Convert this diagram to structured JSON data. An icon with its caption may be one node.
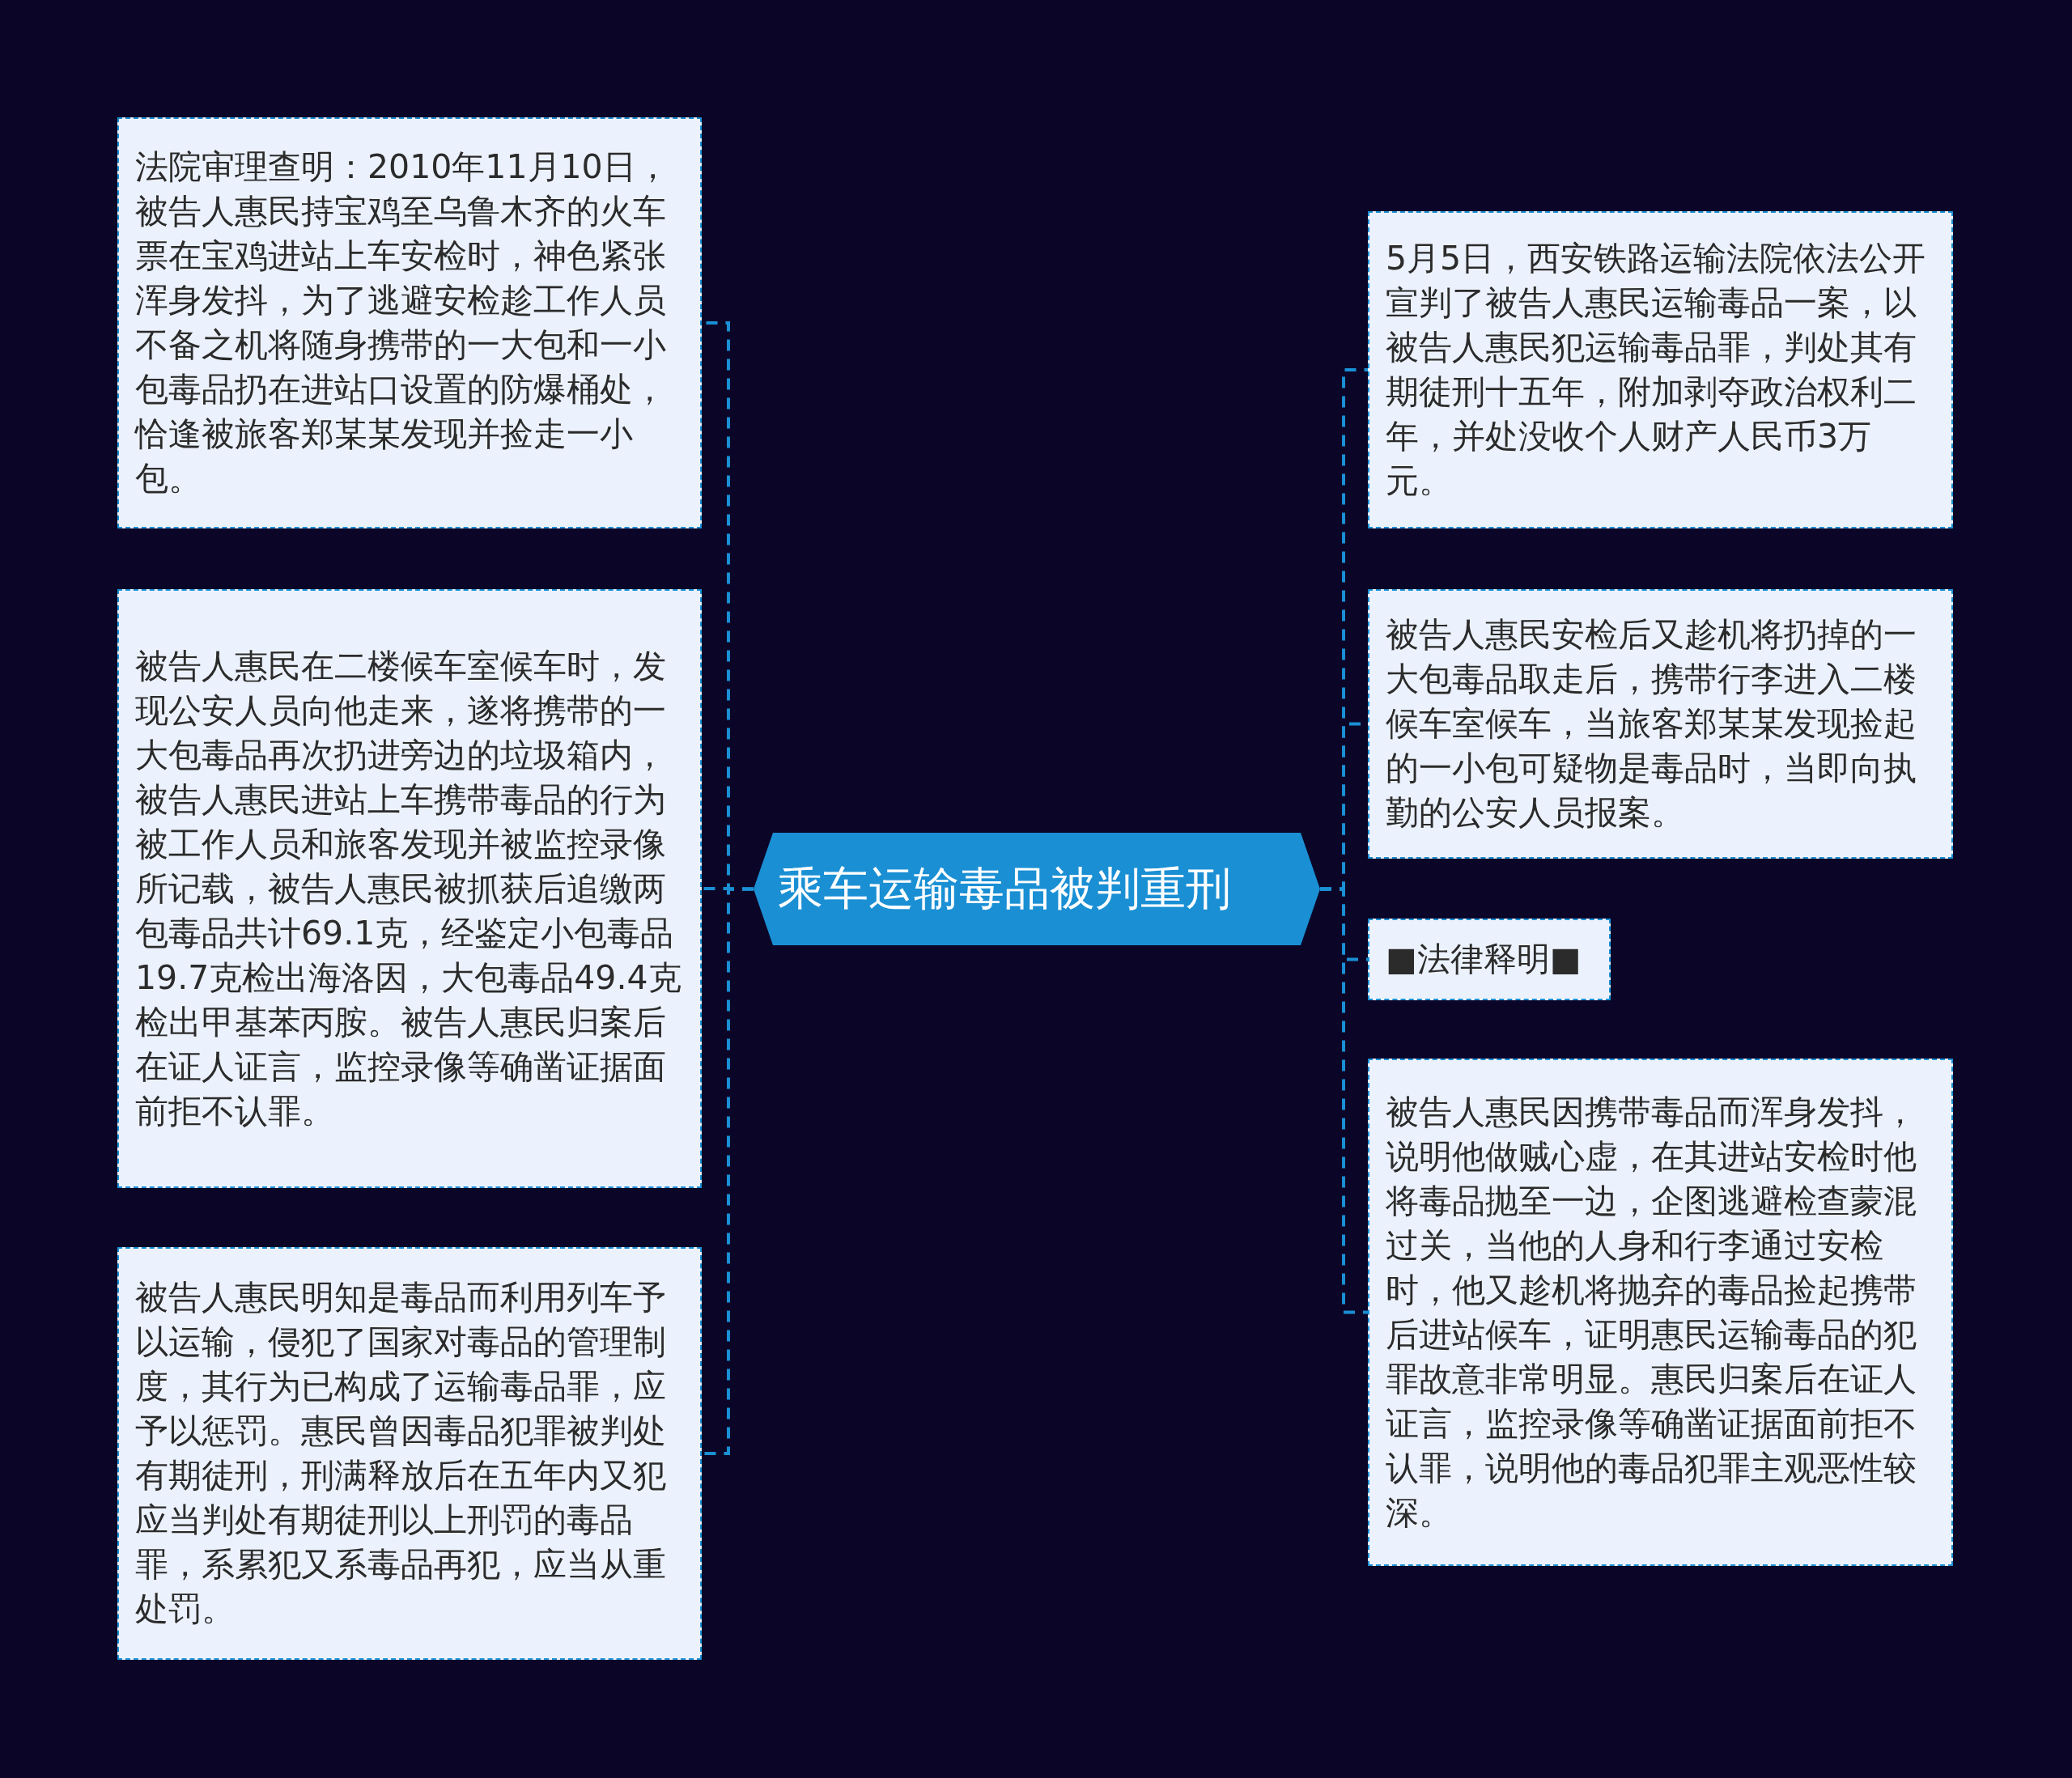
{
  "diagram": {
    "nodes": [
      {
        "text": [
          "乘车运输毒品被判重刑"
        ]
      },
      {
        "text": [
          "法院审理查明：2010年11月10日，被告人惠民持宝鸡至乌鲁木齐的火车票在宝鸡进站上车安检时，神色紧张浑身发抖，为了逃避安检趁工作人员不备之机将随身携带的一大包和一小包毒品扔在进站口设置的防爆桶处，恰逢被旅客郑某某发现并捡走一小包。"
        ]
      },
      {
        "text": [
          "被告人惠民在二楼候车室候车时，发现公安人员向他走来，遂将携带的一大包毒品再次扔进旁边的垃圾箱内，被告人惠民进站上车携带毒品的行为被工作人员和旅客发现并被监控录像所记载，被告人惠民被抓获后追缴两包毒品共计69.1克，经鉴定小包毒品19.7克检出海洛因，大包毒品49.4克检出甲基苯丙胺。被告人惠民归案后在证人证言，监控录像等确凿证据面前拒不认罪。"
        ]
      },
      {
        "text": [
          "被告人惠民明知是毒品而利用列车予以运输，侵犯了国家对毒品的管理制度，其行为已构成了运输毒品罪，应予以惩罚。惠民曾因毒品犯罪被判处有期徒刑，刑满释放后在五年内又犯应当判处有期徒刑以上刑罚的毒品罪，系累犯又系毒品再犯，应当从重处罚。"
        ]
      },
      {
        "text": [
          "5月5日，西安铁路运输法院依法公开宣判了被告人惠民运输毒品一案，以被告人惠民犯运输毒品罪，判处其有期徒刑十五年，附加剥夺政治权利二年，并处没收个人财产人民币3万元。"
        ]
      },
      {
        "text": [
          "被告人惠民安检后又趁机将扔掉的一大包毒品取走后，携带行李进入二楼候车室候车，当旅客郑某某发现捡起的一小包可疑物是毒品时，当即向执勤的公安人员报案。"
        ]
      },
      {
        "text": [
          "■法律释明■"
        ]
      },
      {
        "text": [
          "被告人惠民因携带毒品而浑身发抖，说明他做贼心虚，在其进站安检时他将毒品抛至一边，企图逃避检查蒙混过关，当他的人身和行李通过安检时，他又趁机将抛弃的毒品捡起携带后进站候车，证明惠民运输毒品的犯罪故意非常明显。惠民归案后在证人证言，监控录像等确凿证据面前拒不认罪，说明他的毒品犯罪主观恶性较深。"
        ]
      }
    ],
    "edges": [
      {
        "from": 0,
        "to": 1,
        "arrow": "none",
        "style": "dashed"
      },
      {
        "from": 0,
        "to": 2,
        "arrow": "none",
        "style": "dashed"
      },
      {
        "from": 0,
        "to": 3,
        "arrow": "none",
        "style": "dashed"
      },
      {
        "from": 0,
        "to": 4,
        "arrow": "none",
        "style": "dashed"
      },
      {
        "from": 0,
        "to": 5,
        "arrow": "none",
        "style": "dashed"
      },
      {
        "from": 0,
        "to": 6,
        "arrow": "none",
        "style": "dashed"
      },
      {
        "from": 0,
        "to": 7,
        "arrow": "none",
        "style": "dashed"
      }
    ]
  }
}
